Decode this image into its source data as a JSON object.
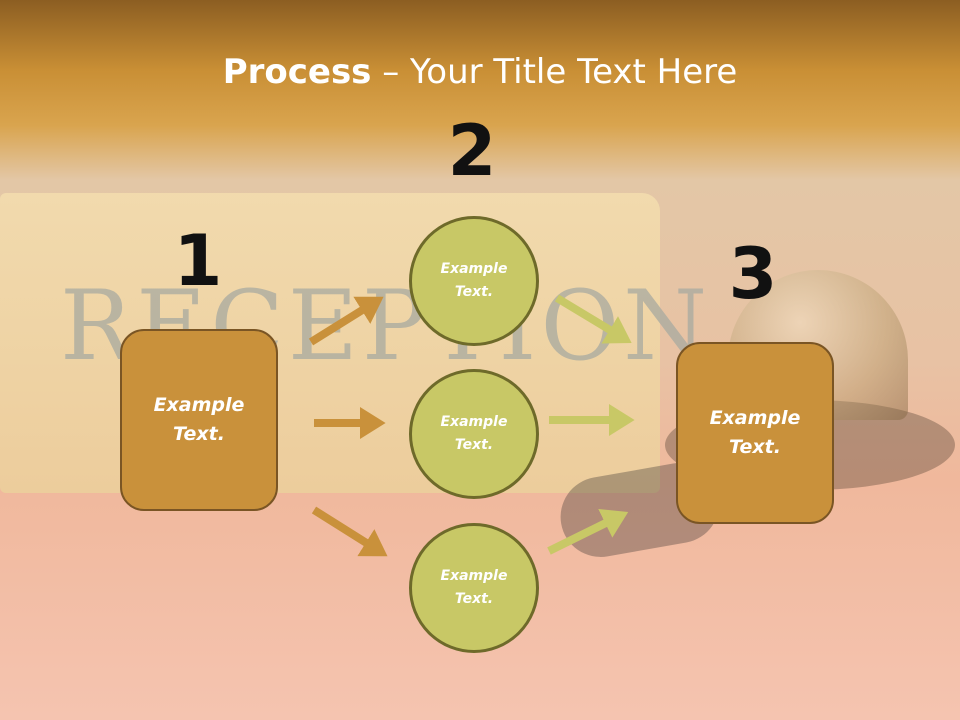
{
  "title": {
    "bold": "Process",
    "rest": " – Your Title Text Here"
  },
  "steps": {
    "one": "1",
    "two": "2",
    "three": "3"
  },
  "left_box": {
    "line1": "Example",
    "line2": "Text."
  },
  "circles": [
    {
      "line1": "Example",
      "line2": "Text."
    },
    {
      "line1": "Example",
      "line2": "Text."
    },
    {
      "line1": "Example",
      "line2": "Text."
    }
  ],
  "right_box": {
    "line1": "Example",
    "line2": "Text."
  },
  "colors": {
    "box": "#c9913b",
    "circle": "#c8c866",
    "arrow_left": "#c9913b",
    "arrow_right": "#c8c866"
  }
}
